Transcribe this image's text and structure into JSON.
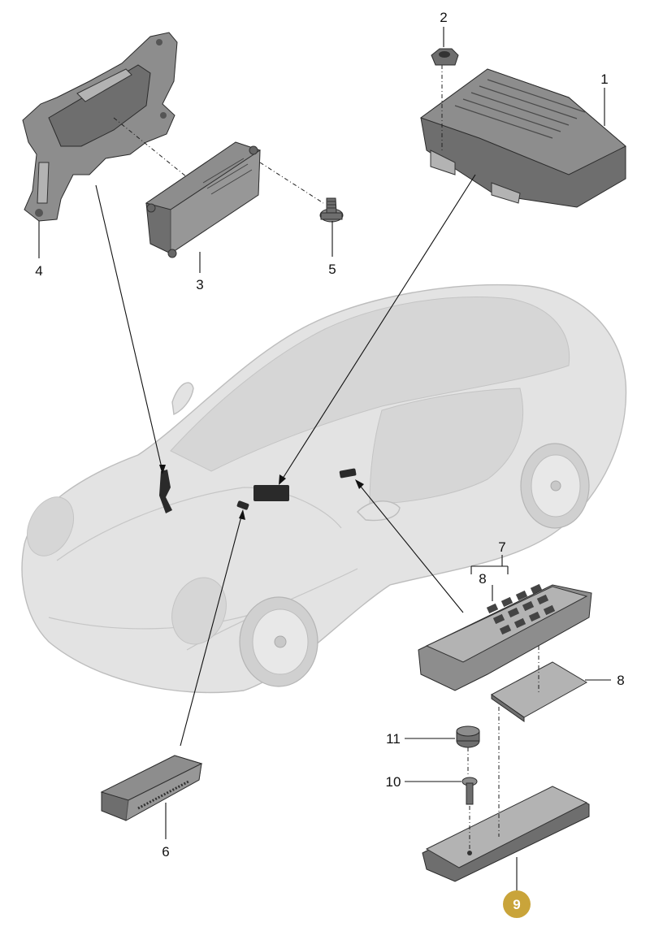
{
  "callouts": {
    "c1": "1",
    "c2": "2",
    "c3": "3",
    "c4": "4",
    "c5": "5",
    "c6": "6",
    "c7": "7",
    "c8a": "8",
    "c8b": "8",
    "c9": "9",
    "c10": "10",
    "c11": "11"
  },
  "colors": {
    "highlight_badge": "#c9a43a",
    "part_fill": "#8d8d8d",
    "car_fill": "#e3e3e3"
  }
}
